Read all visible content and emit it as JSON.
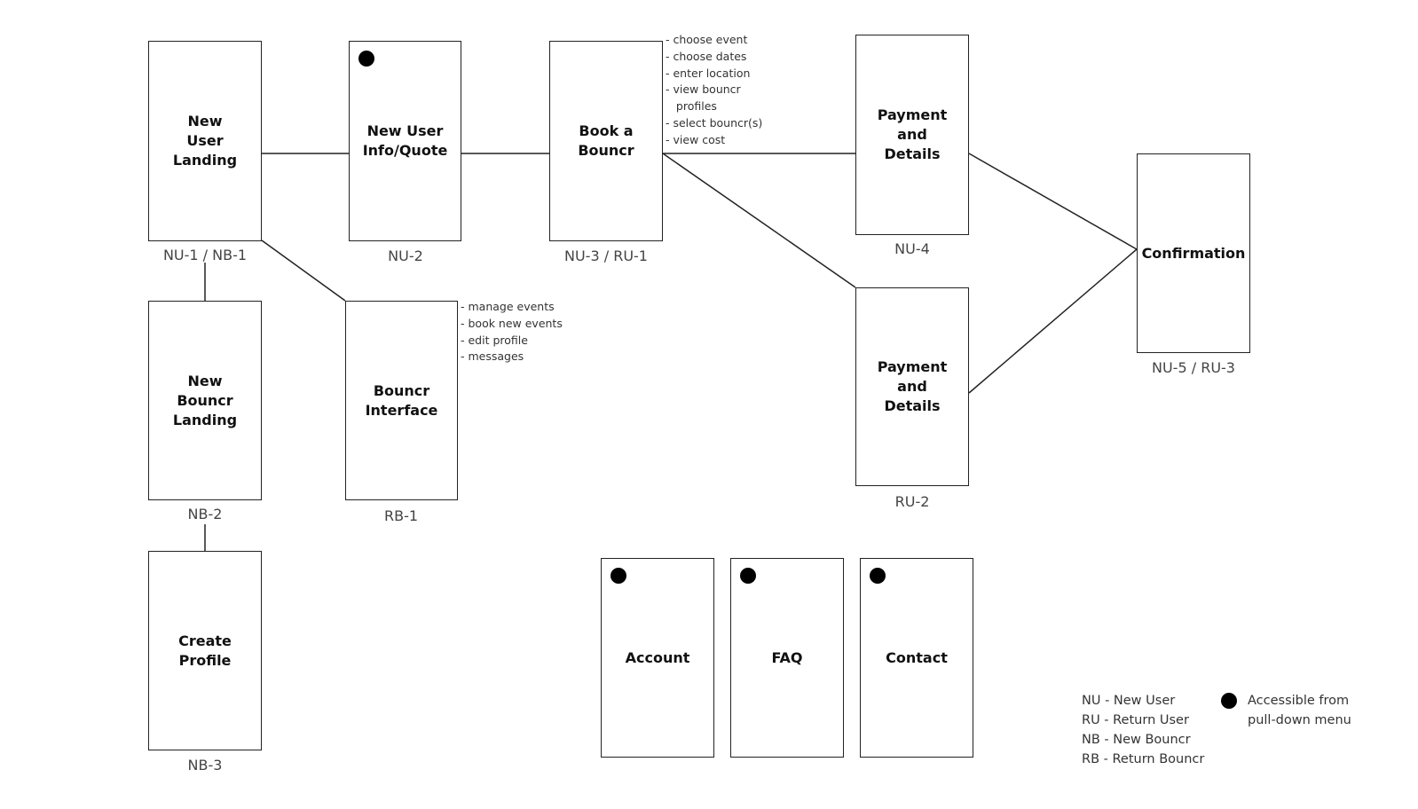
{
  "screens": {
    "nu1": {
      "title": "New\nUser\nLanding",
      "code": "NU-1 / NB-1"
    },
    "nu2": {
      "title": "New User\nInfo/Quote",
      "code": "NU-2"
    },
    "nu3": {
      "title": "Book a\nBouncr",
      "code": "NU-3 / RU-1"
    },
    "nu4": {
      "title": "Payment\nand\nDetails",
      "code": "NU-4"
    },
    "ru2": {
      "title": "Payment\nand\nDetails",
      "code": "RU-2"
    },
    "nu5": {
      "title": "Confirmation",
      "code": "NU-5 / RU-3"
    },
    "nb2": {
      "title": "New\nBouncr\nLanding",
      "code": "NB-2"
    },
    "nb3": {
      "title": "Create\nProfile",
      "code": "NB-3"
    },
    "rb1": {
      "title": "Bouncr\nInterface",
      "code": "RB-1"
    },
    "account": {
      "title": "Account"
    },
    "faq": {
      "title": "FAQ"
    },
    "contact": {
      "title": "Contact"
    }
  },
  "notes": {
    "book": [
      "- choose event",
      "- choose dates",
      "- enter location",
      "- view bouncr",
      "   profiles",
      "- select bouncr(s)",
      "- view cost"
    ],
    "bouncr": [
      "- manage events",
      "- book new events",
      "- edit profile",
      "- messages"
    ]
  },
  "legend": {
    "items": [
      "NU - New User",
      "RU - Return User",
      "NB - New Bouncr",
      "RB - Return Bouncr"
    ],
    "dot_text": "Accessible from pull-down menu"
  }
}
